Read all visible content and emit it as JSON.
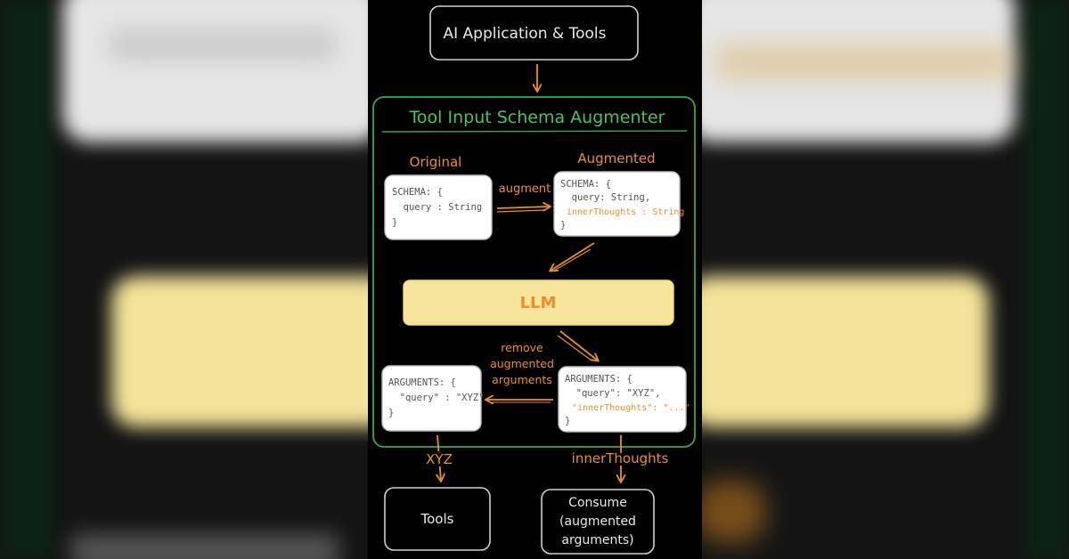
{
  "diagram": {
    "top_node": "AI Application & Tools",
    "container_title": "Tool Input Schema Augmenter",
    "original": {
      "label": "Original",
      "lines": [
        "SCHEMA: {",
        "  query : String",
        "}"
      ]
    },
    "augment_edge": "augment",
    "augmented": {
      "label": "Augmented",
      "line1": "SCHEMA: {",
      "line2": "  query: String,",
      "line3_highlight": "innerThoughts : String",
      "line4": "}"
    },
    "llm": "LLM",
    "remove_edge": [
      "remove",
      "augmented",
      "arguments"
    ],
    "args_augmented": {
      "line1": "ARGUMENTS: {",
      "line2": "  \"query\": \"XYZ\",",
      "line3_highlight": "\"innerThoughts\": \"...\"",
      "line4": "}"
    },
    "args_plain": {
      "lines": [
        "ARGUMENTS: {",
        "  \"query\" : \"XYZ\"",
        "}"
      ]
    },
    "xyz_edge": "XYZ",
    "inner_edge": "innerThoughts",
    "tools_node": "Tools",
    "consume_node": [
      "Consume",
      "(augmented",
      "arguments)"
    ]
  },
  "colors": {
    "orange": "#e8902b",
    "green": "#3fa64a",
    "green_title": "#4cc25a",
    "yellow": "#f7e59e",
    "node_stroke": "#cfcfcf",
    "text_gray": "#555555"
  }
}
